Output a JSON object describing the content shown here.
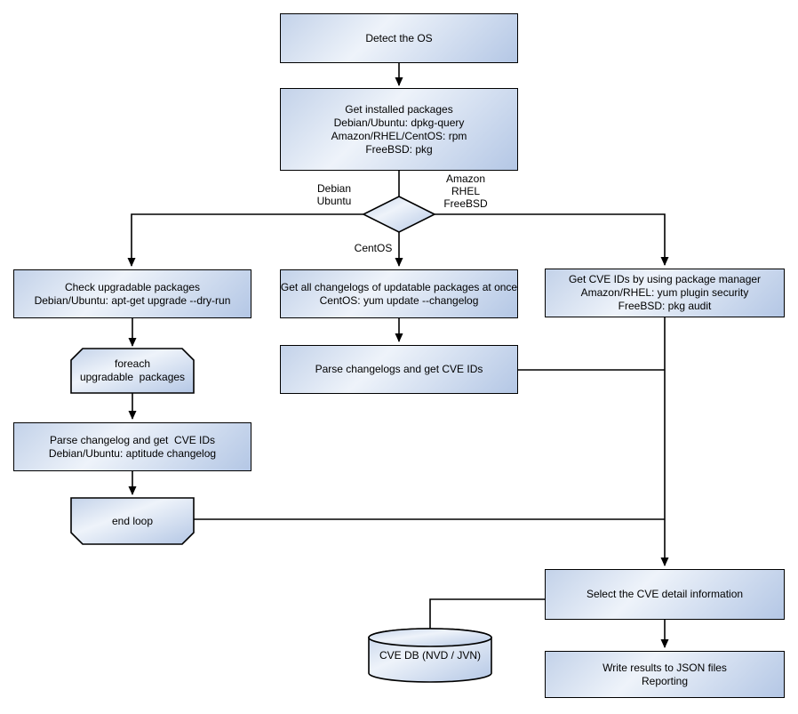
{
  "diagram_type": "flowchart",
  "nodes": {
    "detect_os": {
      "label": "Detect the OS"
    },
    "get_installed": {
      "label": "Get installed packages\nDebian/Ubuntu: dpkg-query\nAmazon/RHEL/CentOS: rpm\nFreeBSD: pkg"
    },
    "check_upgradable": {
      "label": "Check upgradable packages\nDebian/Ubuntu: apt-get upgrade --dry-run"
    },
    "foreach_loop": {
      "label": "foreach\nupgradable  packages"
    },
    "parse_changelog_left": {
      "label": "Parse changelog and get  CVE IDs\nDebian/Ubuntu: aptitude changelog"
    },
    "end_loop": {
      "label": "end loop"
    },
    "get_changelogs": {
      "label": "Get all changelogs of updatable packages at once\nCentOS: yum update --changelog"
    },
    "parse_changelogs_mid": {
      "label": "Parse changelogs and get CVE IDs"
    },
    "get_cve_ids": {
      "label": "Get CVE IDs by using package manager\nAmazon/RHEL: yum plugin security\nFreeBSD: pkg audit"
    },
    "select_cve": {
      "label": "Select the CVE detail information"
    },
    "cve_db": {
      "label": "CVE DB (NVD / JVN)"
    },
    "write_results": {
      "label": "Write results to JSON files\nReporting"
    }
  },
  "edge_labels": {
    "left_branch": "Debian\nUbuntu",
    "right_branch": "Amazon\nRHEL\nFreeBSD",
    "down_branch": "CentOS"
  },
  "colors": {
    "background": "#ffffff",
    "node_border": "#000000",
    "node_fill_start": "#c3d2e9",
    "node_fill_mid": "#eef3fa",
    "node_fill_end": "#b4c7e5",
    "connector": "#000000",
    "text": "#000000"
  }
}
